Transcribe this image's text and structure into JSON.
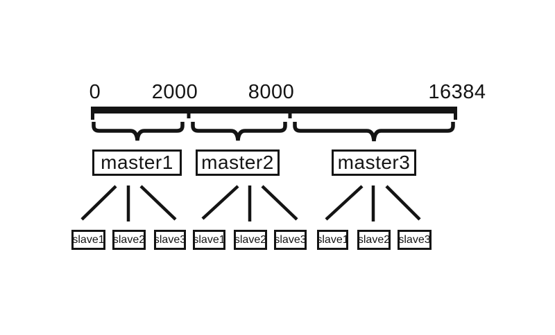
{
  "colors": {
    "ink": "#141414",
    "background": "#ffffff"
  },
  "axis": {
    "min": 0,
    "max": 16384,
    "tick_labels": [
      "0",
      "2000",
      "8000",
      "16384"
    ]
  },
  "groups": [
    {
      "master": "master1",
      "range": {
        "start": "0",
        "end": "2000"
      },
      "slaves": [
        "slave1",
        "slave2",
        "slave3"
      ]
    },
    {
      "master": "master2",
      "range": {
        "start": "2000",
        "end": "8000"
      },
      "slaves": [
        "slave1",
        "slave2",
        "slave3"
      ]
    },
    {
      "master": "master3",
      "range": {
        "start": "8000",
        "end": "16384"
      },
      "slaves": [
        "slave1",
        "slave2",
        "slave3"
      ]
    }
  ]
}
